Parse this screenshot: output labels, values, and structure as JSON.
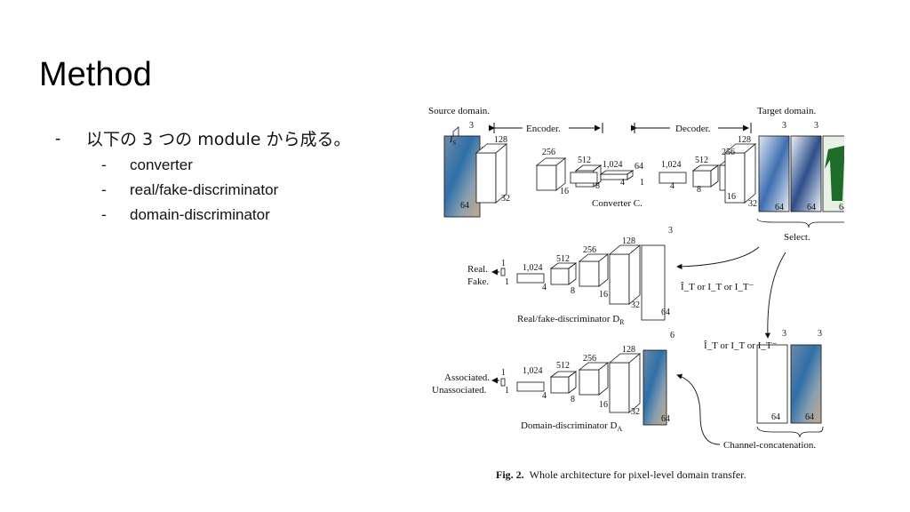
{
  "slide": {
    "title": "Method",
    "bullet_main": "以下の 3 つの module から成る。",
    "sub_bullets": [
      "converter",
      "real/fake-discriminator",
      "domain-discriminator"
    ],
    "dash": "-"
  },
  "figure": {
    "source_domain": "Source domain.",
    "target_domain": "Target domain.",
    "encoder": "Encoder.",
    "decoder": "Decoder.",
    "converter": "Converter C.",
    "select": "Select.",
    "rf_disc": "Real/fake-discriminator D",
    "rf_disc_sub": "R",
    "dom_disc": "Domain-discriminator D",
    "dom_disc_sub": "A",
    "real": "Real.",
    "fake": "Fake.",
    "associated": "Associated.",
    "unassociated": "Unassociated.",
    "channel_concat": "Channel-concatenation.",
    "or_label": "Î_T or I_T or I_T⁻",
    "caption_bold": "Fig. 2.",
    "caption_text": "Whole architecture for pixel-level domain transfer.",
    "dims": {
      "n3": "3",
      "n64": "64",
      "n128": "128",
      "n256": "256",
      "n512": "512",
      "n1024": "1,024",
      "n32": "32",
      "n16": "16",
      "n8": "8",
      "n4": "4",
      "n1": "1",
      "n6": "6"
    }
  }
}
